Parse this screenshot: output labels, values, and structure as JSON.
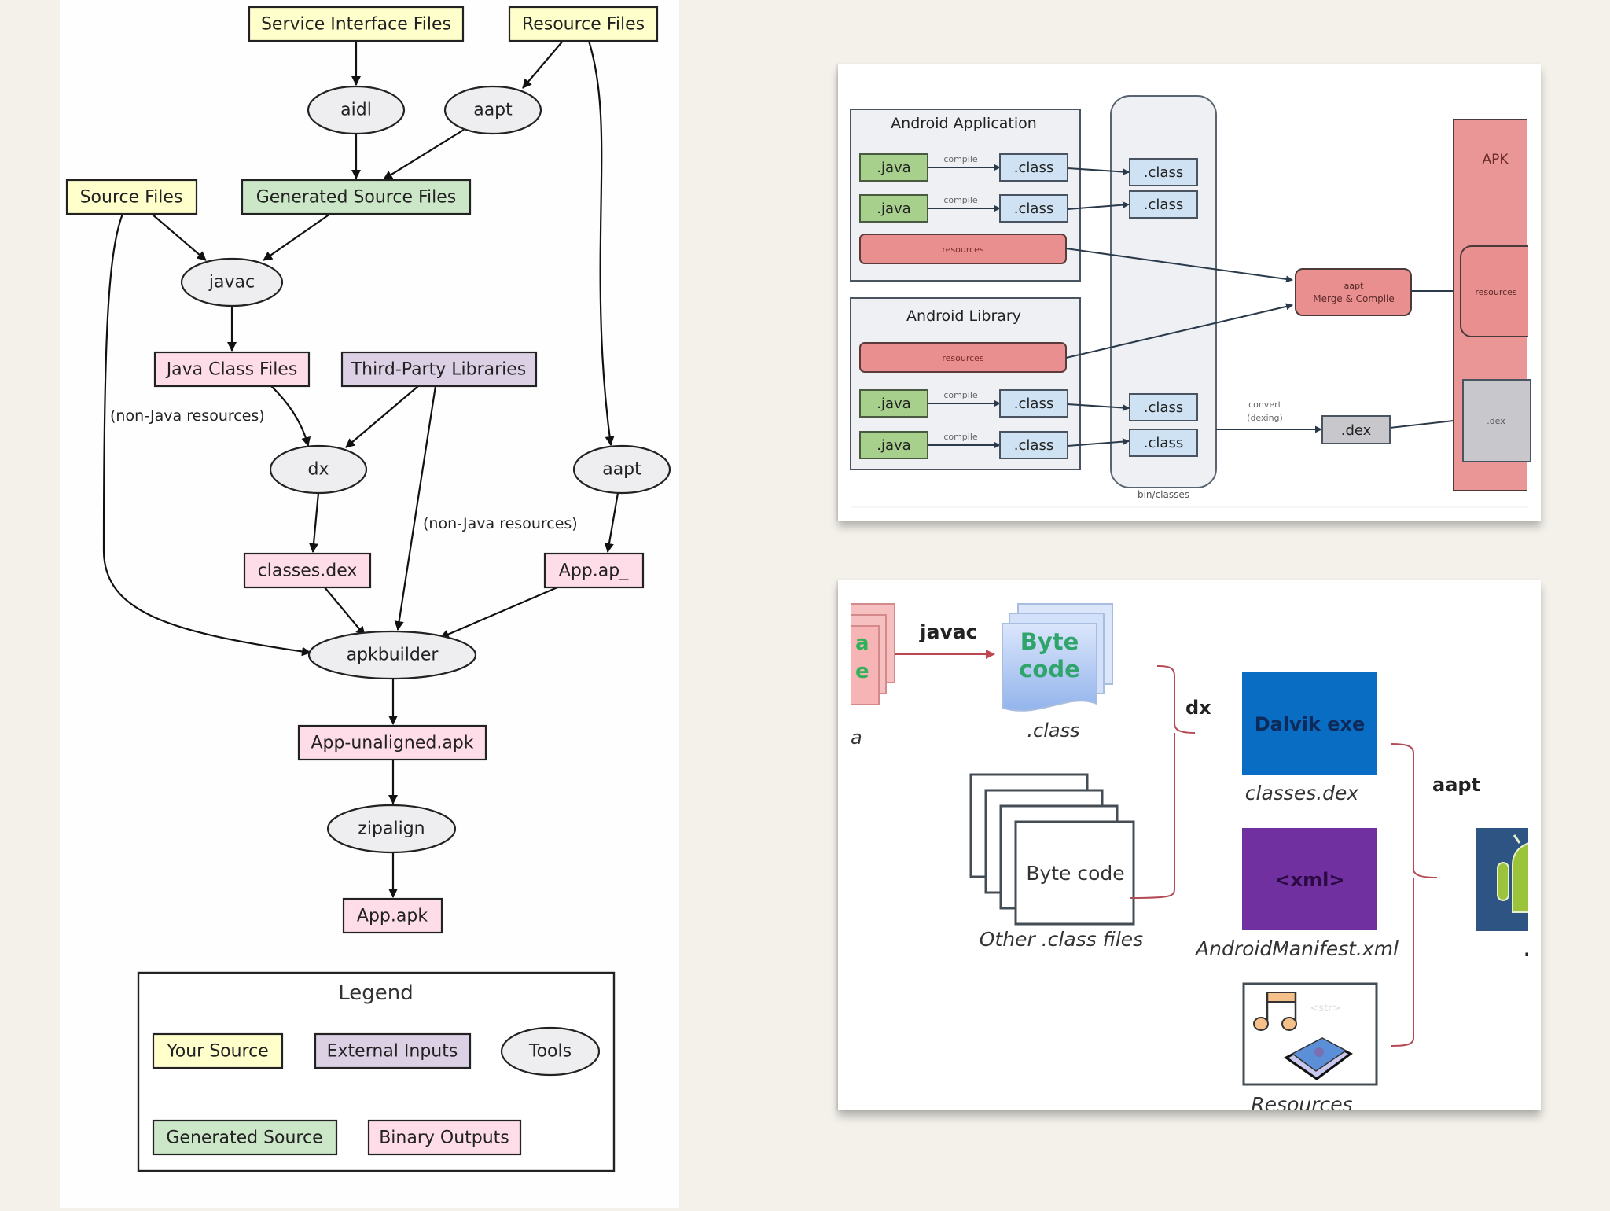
{
  "left_diagram": {
    "nodes": {
      "service_interface_files": "Service Interface Files",
      "resource_files": "Resource Files",
      "aidl": "aidl",
      "aapt_top": "aapt",
      "source_files": "Source Files",
      "generated_source_files": "Generated Source Files",
      "javac": "javac",
      "java_class_files": "Java Class Files",
      "third_party_libraries": "Third-Party Libraries",
      "dx": "dx",
      "aapt_bottom": "aapt",
      "classes_dex": "classes.dex",
      "app_ap": "App.ap_",
      "apkbuilder": "apkbuilder",
      "app_unaligned_apk": "App-unaligned.apk",
      "zipalign": "zipalign",
      "app_apk": "App.apk"
    },
    "edge_labels": {
      "source_non_java": "(non-Java resources)",
      "libs_non_java": "(non-Java resources)"
    },
    "legend": {
      "title": "Legend",
      "your_source": "Your Source",
      "external_inputs": "External Inputs",
      "tools": "Tools",
      "generated_source": "Generated Source",
      "binary_outputs": "Binary Outputs"
    },
    "colors": {
      "your_source": "#ffffcc",
      "external_inputs": "#dcd0e4",
      "tools": "#eeeeee",
      "generated_source": "#cce6c8",
      "binary_outputs": "#ffdde8"
    }
  },
  "top_right_diagram": {
    "android_application": {
      "title": "Android Application",
      "rows": [
        {
          "source": ".java",
          "action": "compile",
          "output": ".class"
        },
        {
          "source": ".java",
          "action": "compile",
          "output": ".class"
        }
      ],
      "resources": "resources"
    },
    "android_library": {
      "title": "Android Library",
      "resources": "resources",
      "rows": [
        {
          "source": ".java",
          "action": "compile",
          "output": ".class"
        },
        {
          "source": ".java",
          "action": "compile",
          "output": ".class"
        }
      ]
    },
    "bin_classes": {
      "label": "bin/classes",
      "items": [
        ".class",
        ".class",
        ".class",
        ".class"
      ]
    },
    "aapt": {
      "line1": "aapt",
      "line2": "Merge & Compile"
    },
    "convert_label": {
      "line1": "convert",
      "line2": "(dexing)"
    },
    "dex": ".dex",
    "apk": {
      "title": "APK",
      "resources": "resources",
      "dex": ".dex"
    }
  },
  "bottom_right_diagram": {
    "source_partial": {
      "line1": "a",
      "line2": "e",
      "caption": "a"
    },
    "javac_label": "javac",
    "bytecode": {
      "line1": "Byte",
      "line2": "code",
      "caption": ".class"
    },
    "other_class": {
      "text": "Byte code",
      "caption": "Other .class files"
    },
    "dx_label": "dx",
    "dalvik": {
      "text": "Dalvik exe",
      "caption": "classes.dex"
    },
    "manifest": {
      "text": "<xml>",
      "caption": "AndroidManifest.xml"
    },
    "resources": {
      "faint_text": "<str>",
      "caption": "Resources"
    },
    "aapt_label": "aapt",
    "apk_caption": ".a"
  }
}
